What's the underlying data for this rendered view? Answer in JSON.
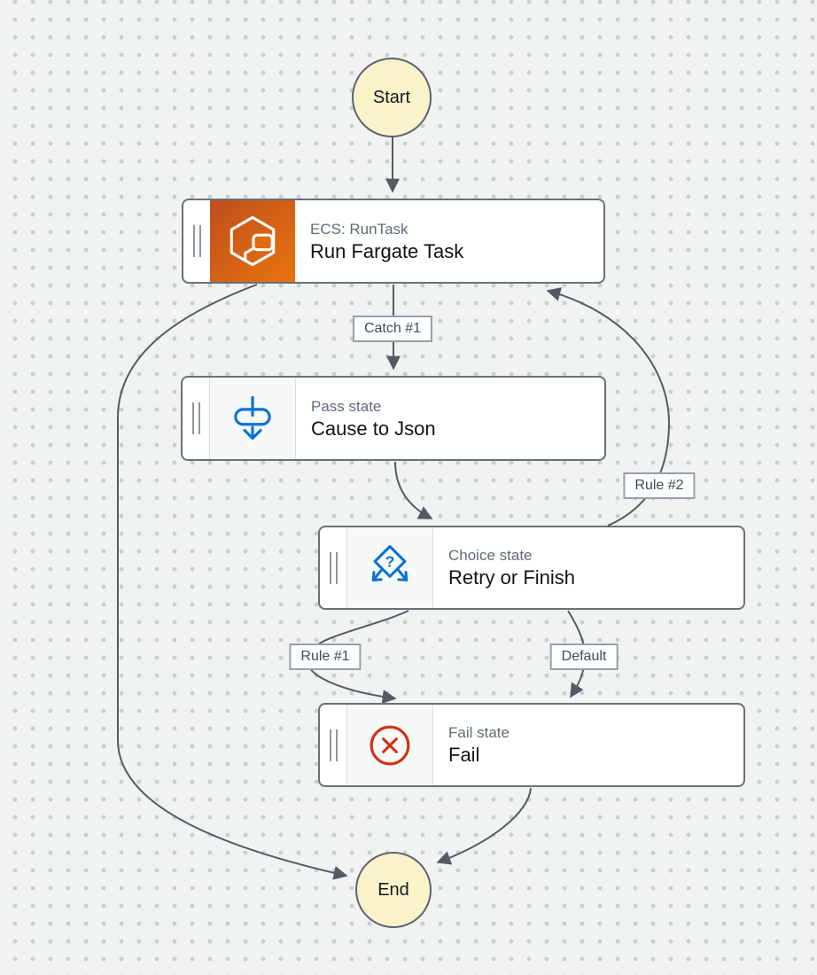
{
  "diagram": {
    "start": {
      "label": "Start"
    },
    "end": {
      "label": "End"
    },
    "states": [
      {
        "type_label": "ECS: RunTask",
        "name": "Run Fargate Task",
        "icon": "ecs-task-icon"
      },
      {
        "type_label": "Pass state",
        "name": "Cause to Json",
        "icon": "pass-state-icon"
      },
      {
        "type_label": "Choice state",
        "name": "Retry or Finish",
        "icon": "choice-state-icon"
      },
      {
        "type_label": "Fail state",
        "name": "Fail",
        "icon": "fail-state-icon"
      }
    ],
    "edge_labels": [
      {
        "text": "Catch #1"
      },
      {
        "text": "Rule #2"
      },
      {
        "text": "Rule #1"
      },
      {
        "text": "Default"
      }
    ],
    "choice_question_mark": "?"
  },
  "colors": {
    "canvas_bg": "#f1f2f2",
    "dot": "#c7d0d0",
    "edge": "#545b64",
    "node_border": "#697077",
    "type_text": "#5f6b7a",
    "name_text": "#0f141a",
    "edge_label_text": "#414d5c",
    "edge_label_border": "#96a1a9",
    "edge_label_bg": "#fcfdfd",
    "terminal_fill": "#faf2c8",
    "pass_choice_icon_blue": "#0972d3",
    "fail_icon_red": "#d13212",
    "ecs_gradient_from": "#bf4f1e",
    "ecs_gradient_to": "#e8730e"
  }
}
